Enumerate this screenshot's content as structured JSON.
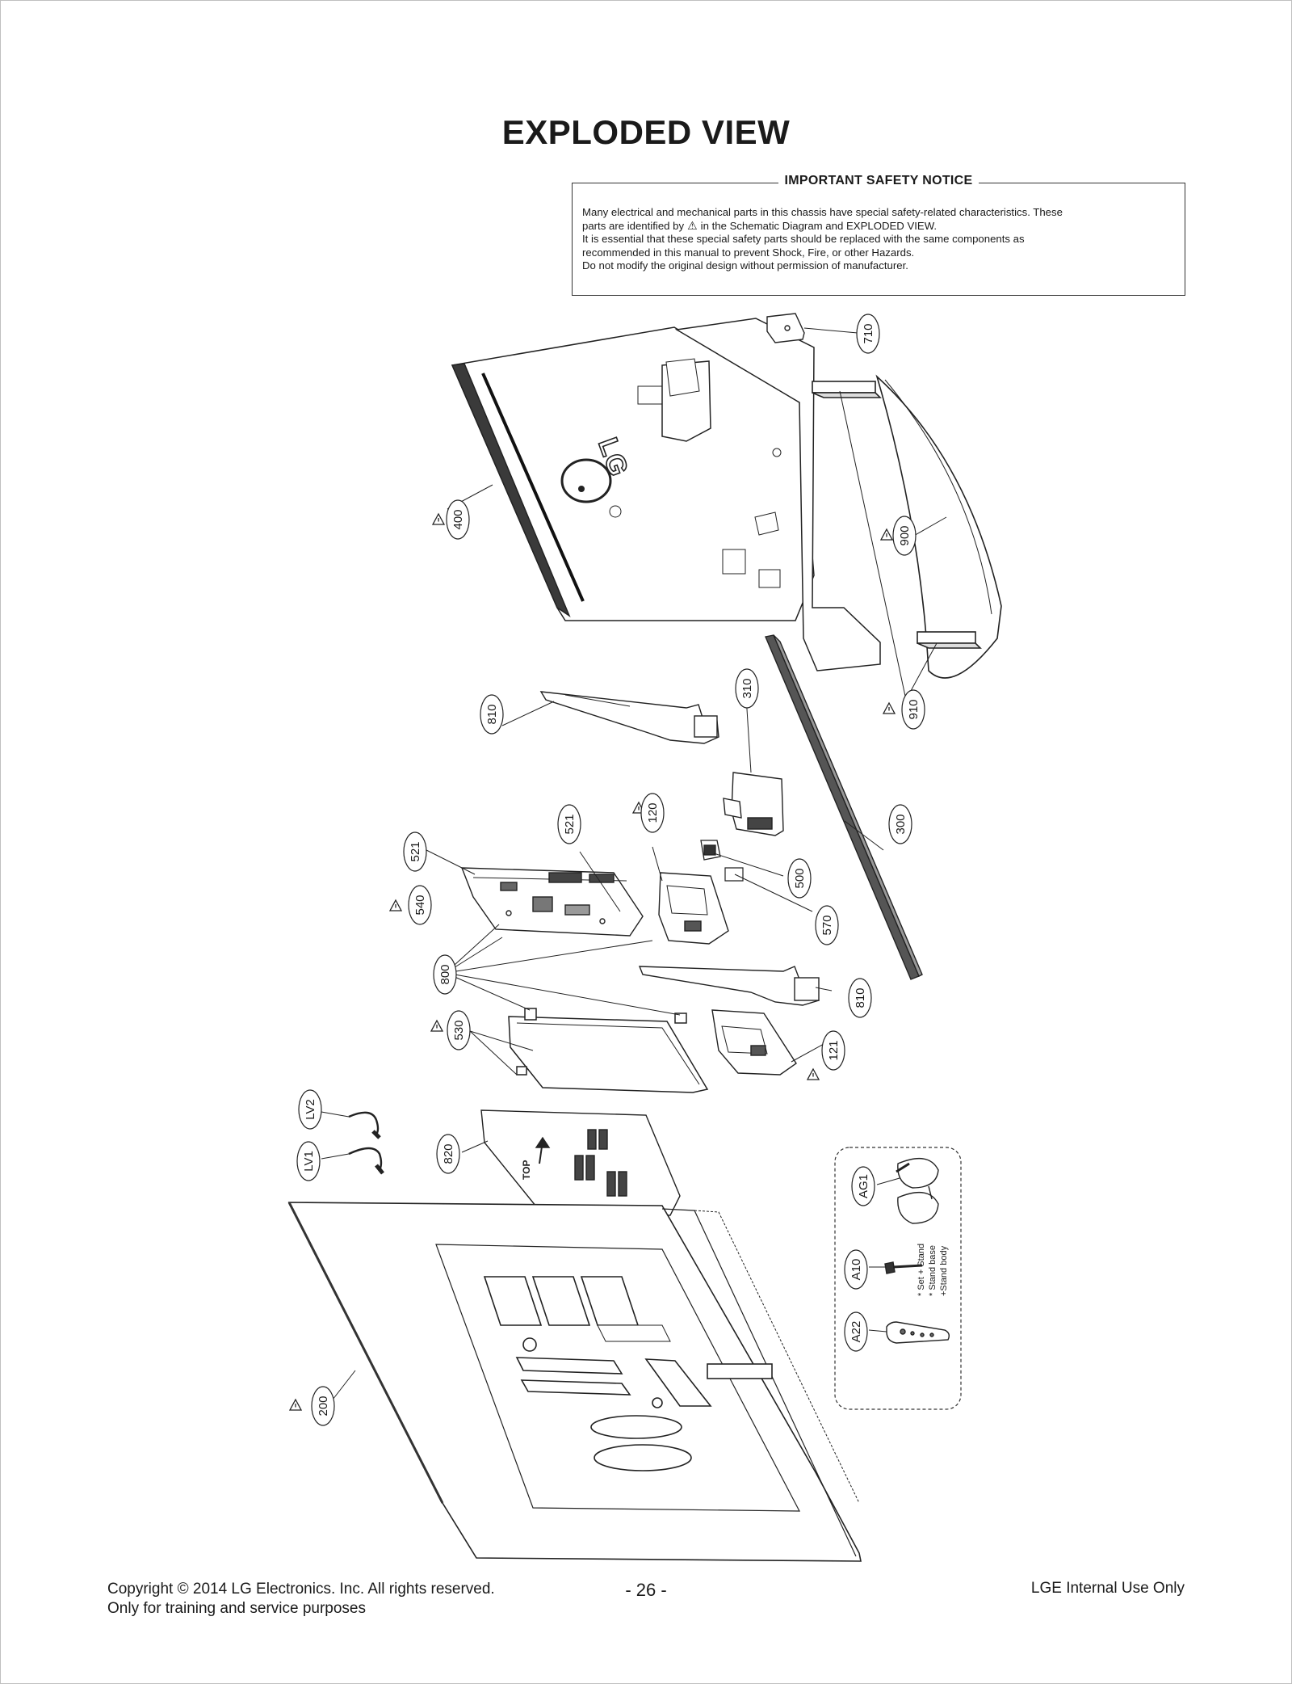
{
  "page": {
    "title": "EXPLODED VIEW",
    "page_number": "- 26 -"
  },
  "notice": {
    "heading": "IMPORTANT SAFETY NOTICE",
    "line1": "Many electrical and mechanical parts in this chassis have special safety-related characteristics. These",
    "line2_pre": "parts are identified by",
    "warning_symbol": "⚠",
    "line2_post": "in the Schematic Diagram and EXPLODED VIEW.",
    "line3": "It is essential that these special safety parts should be replaced with the same components as",
    "line4": "recommended in this manual to prevent Shock, Fire, or other Hazards.",
    "line5": "Do not modify the original design without permission of manufacturer."
  },
  "callouts": {
    "c710": "710",
    "c400": "400",
    "c900": "900",
    "c910": "910",
    "c810a": "810",
    "c310": "310",
    "c300": "300",
    "c521a": "521",
    "c120": "120",
    "c500": "500",
    "c521b": "521",
    "c540": "540",
    "c570": "570",
    "c800": "800",
    "c810b": "810",
    "c530": "530",
    "c121": "121",
    "cLV2": "LV2",
    "cLV1": "LV1",
    "c820": "820",
    "cAG1": "AG1",
    "cA10": "A10",
    "cA22": "A22",
    "c200": "200"
  },
  "labels": {
    "brand_logo": "LG",
    "top_arrow": "TOP",
    "stand_note_1": "* Set + Stand",
    "stand_note_2": "* Stand base",
    "stand_note_3": "+Stand body"
  },
  "footer": {
    "copyright": "Copyright  © 2014 LG Electronics. Inc. All rights reserved.",
    "purpose": "Only for training and service purposes",
    "internal": "LGE Internal Use Only"
  }
}
